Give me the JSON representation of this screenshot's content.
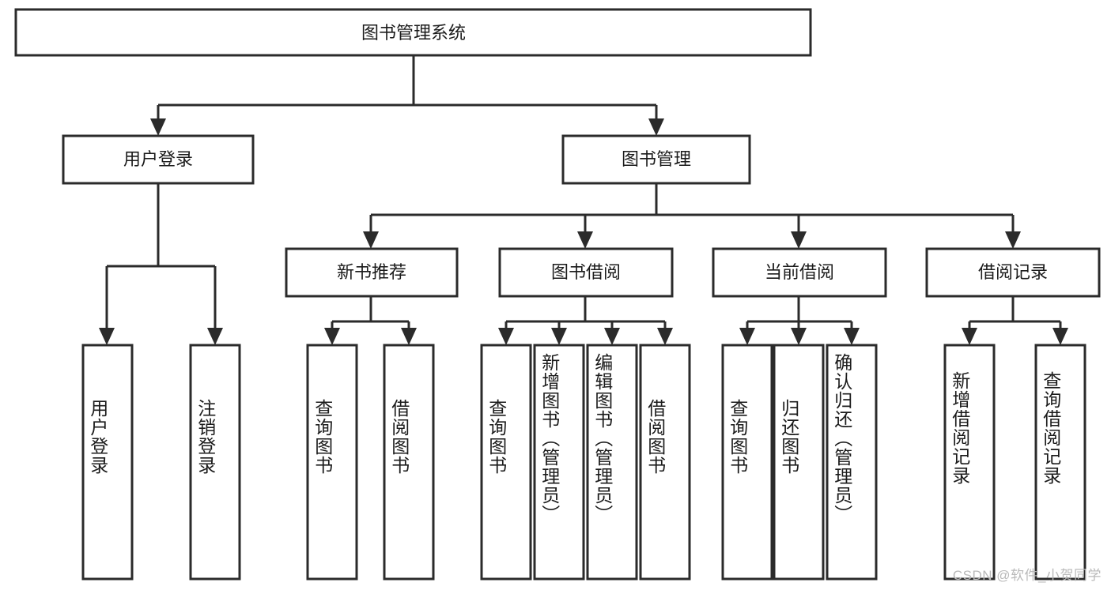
{
  "diagram": {
    "title": "图书管理系统",
    "type": "tree-hierarchy-diagram",
    "colors": {
      "stroke": "#2b2b2b",
      "fill": "#ffffff",
      "text": "#1b1b1b",
      "watermark": "#b9b9b9"
    },
    "root": {
      "label": "图书管理系统"
    },
    "level1": [
      {
        "label": "用户登录"
      },
      {
        "label": "图书管理"
      }
    ],
    "level2": [
      {
        "label": "新书推荐"
      },
      {
        "label": "图书借阅"
      },
      {
        "label": "当前借阅"
      },
      {
        "label": "借阅记录"
      }
    ],
    "leaves": {
      "user_login": [
        {
          "label": "用户登录"
        },
        {
          "label": "注销登录"
        }
      ],
      "new_book_recommend": [
        {
          "label": "查询图书"
        },
        {
          "label": "借阅图书"
        }
      ],
      "book_borrow": [
        {
          "label": "查询图书"
        },
        {
          "label": "新增图书（管理员）"
        },
        {
          "label": "编辑图书（管理员）"
        },
        {
          "label": "借阅图书"
        }
      ],
      "current_borrow": [
        {
          "label": "查询图书"
        },
        {
          "label": "归还图书"
        },
        {
          "label": "确认归还（管理员）"
        }
      ],
      "borrow_record": [
        {
          "label": "新增借阅记录"
        },
        {
          "label": "查询借阅记录"
        }
      ]
    }
  },
  "watermark": {
    "text": "CSDN @软件_小贺同学"
  }
}
